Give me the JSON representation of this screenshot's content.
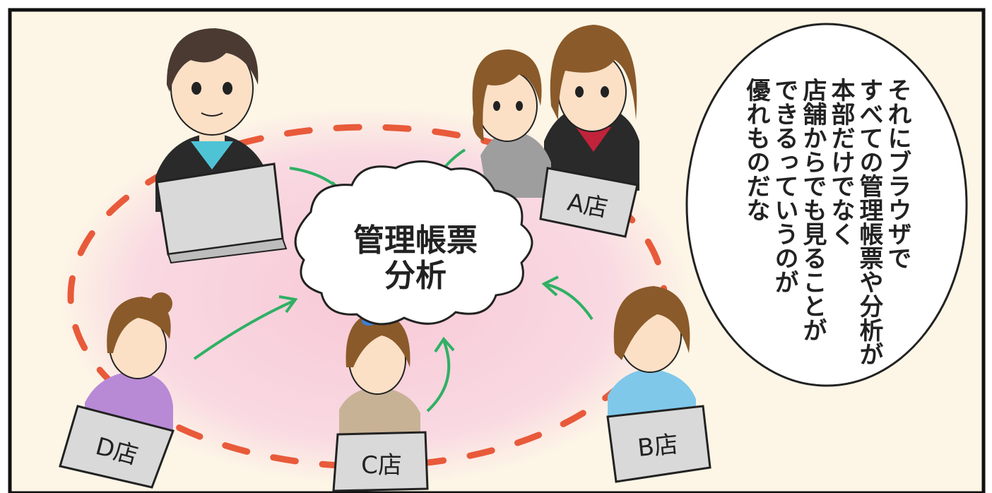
{
  "cloud": {
    "line1": "管理帳票",
    "line2": "分析"
  },
  "stores": {
    "a": "A店",
    "b": "B店",
    "c": "C店",
    "d": "D店"
  },
  "speech_lines": [
    "それにブラウザで",
    "すべての管理帳票や分析が",
    "本部だけでなく",
    "店舗からでも見ることが",
    "できるっていうのが",
    "優れものだな"
  ],
  "colors": {
    "panel_bg": "#fdf6e6",
    "pink_zone": "#f9dbe3",
    "dash": "#e85a3a",
    "arrow": "#2fb064",
    "laptop": "#d9d9d9"
  }
}
